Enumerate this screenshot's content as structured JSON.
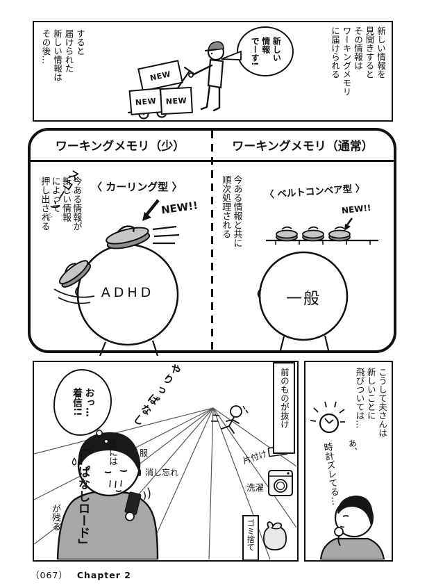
{
  "page": {
    "footer_num": "（067）",
    "footer_chapter": "Chapter 2"
  },
  "panel_delivery": {
    "caption_right": "新しい情報を\n見聞きすると\nその情報は\nワーキングメモリ\nに届けられる",
    "speech": "新しい\n情報\nでーす!",
    "caption_left": "すると\n届けられた\n新しい情報は\nその後…",
    "boxes": [
      "NEW",
      "NEW",
      "NEW"
    ]
  },
  "panel_memory": {
    "header_left": "ワーキングメモリ（少）",
    "header_right": "ワーキングメモリ（通常）",
    "left": {
      "caption": "今ある情報が\n新しい情報\nによって\n押し出される",
      "sfx": "スコーン☆",
      "type_label": "〈 カーリング型 〉",
      "new_label": "NEW!!",
      "head_label": "ADHD"
    },
    "right": {
      "caption": "今ある情報と共に\n順次処理される",
      "type_label": "〈 ベルトコンベア型 〉",
      "new_label": "NEW!!",
      "head_label": "一般"
    }
  },
  "panel_room": {
    "caption_box": "前のものが抜け",
    "speech": "おっ…\n着信!!",
    "sfx": "やりっぱなし",
    "labels": {
      "clothes": "服",
      "turn_off": "消し忘れ",
      "tidy": "片付け",
      "laundry": "洗濯",
      "trash": "ゴミ捨て"
    },
    "caption_left": {
      "pre": "後には",
      "bold": "「…ぱなしロード」",
      "post": "が残る"
    }
  },
  "panel_think": {
    "caption": "こうして夫さんは\n新しいことに\n飛びついては…",
    "speech_small": "あ、",
    "speech": "時計ズレてる…"
  }
}
